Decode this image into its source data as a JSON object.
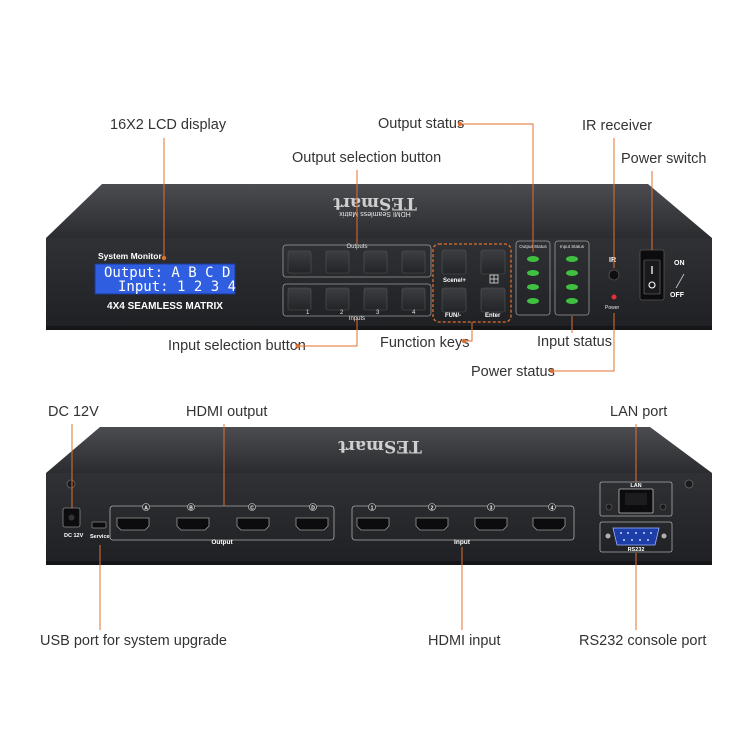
{
  "colors": {
    "leader": "#e0702f",
    "chassis": "#2b2d30",
    "lcd": "#2f5fe0",
    "led": "#3fc040"
  },
  "callouts": {
    "lcd_display": "16X2 LCD display",
    "output_status": "Output status",
    "ir_receiver": "IR receiver",
    "output_selection": "Output selection button",
    "power_switch": "Power switch",
    "input_selection": "Input selection button",
    "function_keys": "Function keys",
    "input_status": "Input status",
    "power_status": "Power status",
    "dc_12v": "DC 12V",
    "hdmi_output": "HDMI output",
    "lan_port": "LAN port",
    "usb_port": "USB port for system upgrade",
    "hdmi_input": "HDMI input",
    "rs232_port": "RS232 console port"
  },
  "front_panel": {
    "brand": "TESmart",
    "brand_sub": "HDMI Seamless Matrix",
    "system_monitor": "System Monitor",
    "lcd_line1": "Output: A B C D",
    "lcd_line2": "Input: 1 2 3 4",
    "model": "4X4 SEAMLESS MATRIX",
    "outputs_label": "Outputs",
    "inputs_label": "Inputs",
    "input_numbers": [
      "1",
      "2",
      "3",
      "4"
    ],
    "scene_label": "Scene/+",
    "fun_label": "FUN/-",
    "enter_label": "Enter",
    "output_status_label": "Output Status",
    "input_status_label": "Input Status",
    "ir_label": "IR",
    "power_label": "Power",
    "on_label": "ON",
    "off_label": "OFF"
  },
  "rear_panel": {
    "brand": "TESmart",
    "dc_label": "DC 12V",
    "service_label": "Service",
    "output_letters": [
      "A",
      "B",
      "C",
      "D"
    ],
    "output_label": "Output",
    "input_numbers": [
      "1",
      "2",
      "3",
      "4"
    ],
    "input_label": "Input",
    "lan_label": "LAN",
    "rs232_label": "RS232"
  }
}
